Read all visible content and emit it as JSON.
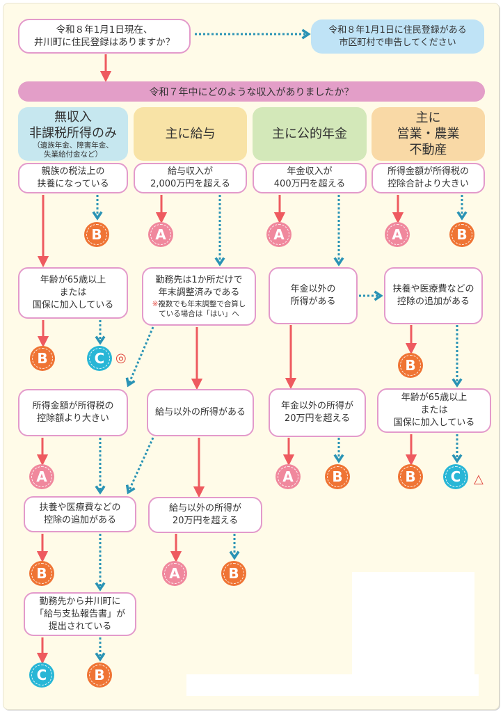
{
  "colors": {
    "background": "#fffbe8",
    "yes_arrow": "#ee5a5f",
    "no_arrow": "#2a93b5",
    "box_border": "#e39acb",
    "banner": "#e39ec8",
    "info_box": "#bfe3f6",
    "badge_a": "#f0889d",
    "badge_b": "#ef7434",
    "badge_c": "#28b6d6",
    "cat_no_income": "#c6e7ef",
    "cat_salary": "#f8e3a6",
    "cat_pension": "#d3e8b9",
    "cat_business": "#f9d9a6"
  },
  "start": {
    "question": [
      "令和８年1月1日現在、",
      "井川町に住民登録はありますか？"
    ]
  },
  "redirect": {
    "text": [
      "令和８年1月1日に住民登録がある",
      "市区町村で申告してください"
    ]
  },
  "banner": {
    "text": "令和７年中にどのような収入がありましたか？"
  },
  "categories": [
    {
      "lines": [
        "無収入",
        "非課税所得のみ"
      ],
      "sub": [
        "（遺族年金、障害年金、",
        "失業給付金など）"
      ]
    },
    {
      "lines": [
        "主に給与"
      ]
    },
    {
      "lines": [
        "主に公的年金"
      ]
    },
    {
      "lines": [
        "主に",
        "営業・農業",
        "不動産"
      ]
    }
  ],
  "questions": {
    "dependent": [
      "親族の税法上の",
      "扶養になっている"
    ],
    "salary_over": [
      "給与収入が",
      "2,000万円を超える"
    ],
    "pension_over": [
      "年金収入が",
      "400万円を超える"
    ],
    "biz_income": [
      "所得金額が所得税の",
      "控除合計より大きい"
    ],
    "age65_left": [
      "年齢が65歳以上",
      "または",
      "国保に加入している"
    ],
    "one_employer": [
      "勤務先は1か所だけで",
      "年末調整済みである"
    ],
    "one_employer_note_mark": "※",
    "one_employer_note": [
      "複数でも年末調整で合算し",
      "ている場合は「はい」へ"
    ],
    "pension_other": [
      "年金以外の",
      "所得がある"
    ],
    "biz_deduction": [
      "扶養や医療費などの",
      "控除の追加がある"
    ],
    "income_vs_deduction": [
      "所得金額が所得税の",
      "控除額より大きい"
    ],
    "salary_other": [
      "給与以外の所得がある"
    ],
    "pension_other_over": [
      "年金以外の所得が",
      "20万円を超える"
    ],
    "age65_right": [
      "年齢が65歳以上",
      "または",
      "国保に加入している"
    ],
    "deduction_left": [
      "扶養や医療費などの",
      "控除の追加がある"
    ],
    "salary_other_over": [
      "給与以外の所得が",
      "20万円を超える"
    ],
    "report_submitted": [
      "勤務先から井川町に",
      "「給与支払報告書」が",
      "提出されている"
    ]
  },
  "badges": {
    "a": "A",
    "b": "B",
    "c": "C"
  },
  "marks": {
    "double_circle": "◎",
    "triangle": "△"
  }
}
